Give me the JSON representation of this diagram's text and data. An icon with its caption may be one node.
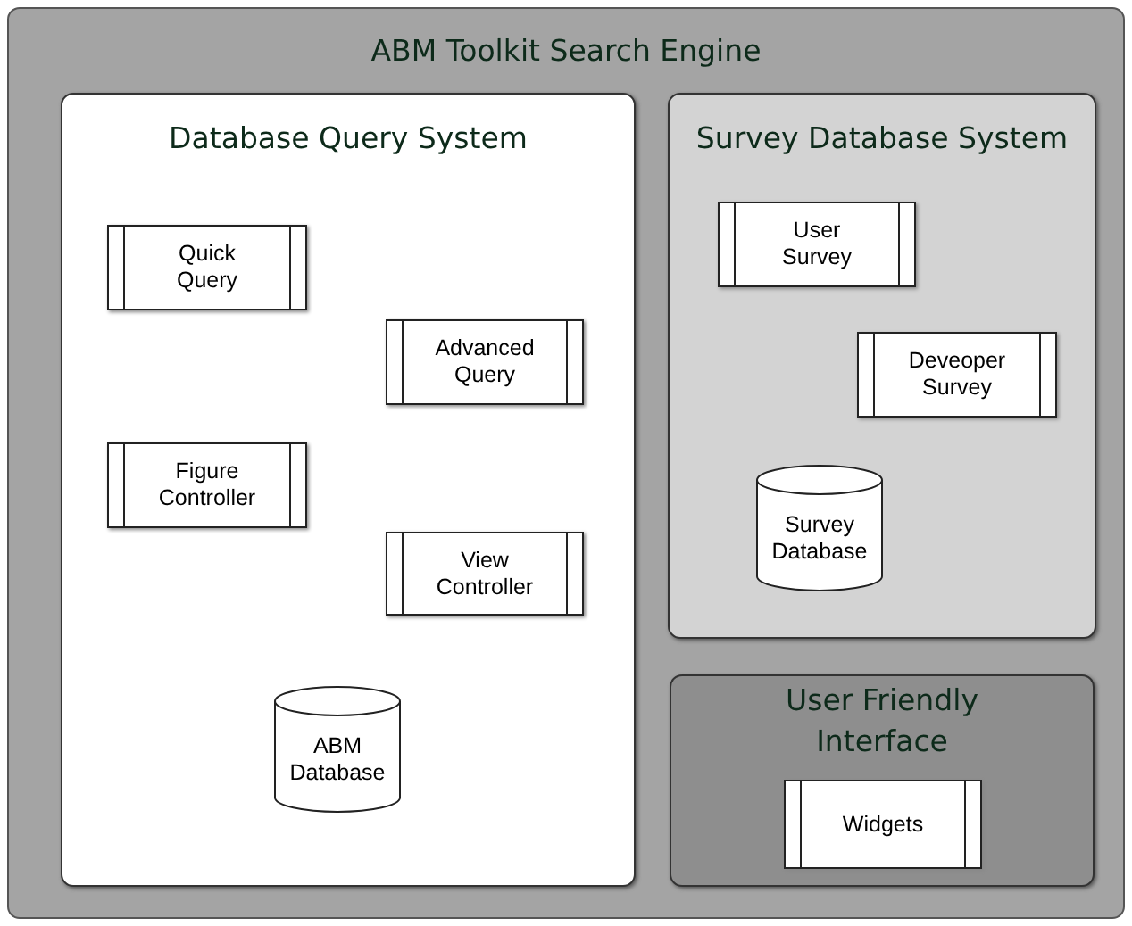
{
  "diagram": {
    "nodes": [
      {
        "text": [
          "ABM Toolkit Search Engine"
        ]
      },
      {
        "text": [
          "Database Query System"
        ],
        "in": 0
      },
      {
        "text": [
          "Quick Query"
        ],
        "in": 1
      },
      {
        "text": [
          "Advanced Query"
        ],
        "in": 1
      },
      {
        "text": [
          "Figure Controller"
        ],
        "in": 1
      },
      {
        "text": [
          "View Controller"
        ],
        "in": 1
      },
      {
        "text": [
          "ABM Database"
        ],
        "in": 1
      },
      {
        "text": [
          "Survey Database System"
        ],
        "in": 0
      },
      {
        "text": [
          "User Survey"
        ],
        "in": 7
      },
      {
        "text": [
          "Deveoper Survey"
        ],
        "in": 7
      },
      {
        "text": [
          "Survey Database"
        ],
        "in": 7
      },
      {
        "text": [
          "User Friendly Interface"
        ],
        "in": 0
      },
      {
        "text": [
          "Widgets"
        ],
        "in": 11
      }
    ]
  }
}
